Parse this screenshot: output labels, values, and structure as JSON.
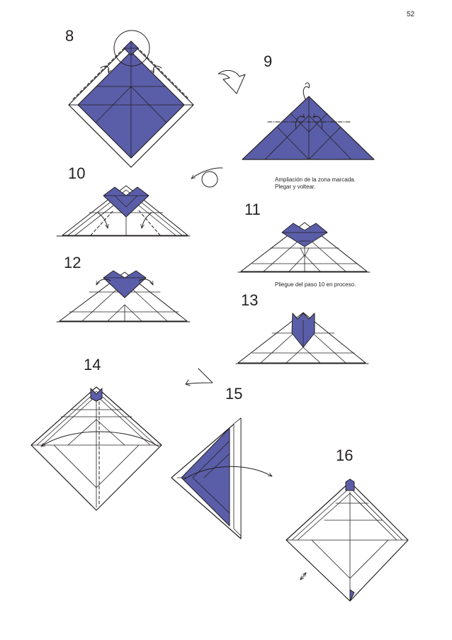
{
  "page_number": "52",
  "steps": [
    {
      "number": "8"
    },
    {
      "number": "9"
    },
    {
      "number": "10"
    },
    {
      "number": "11"
    },
    {
      "number": "12"
    },
    {
      "number": "13"
    },
    {
      "number": "14"
    },
    {
      "number": "15"
    },
    {
      "number": "16"
    }
  ],
  "notes": {
    "zoom_line1": "Ampliación de la zona marcada.",
    "zoom_line2": "Plegar y voltear.",
    "fold_in_progress": "Pliegue del paso 10 en proceso."
  },
  "colors": {
    "paper_colored": "#5a5ea8",
    "paper_white": "#ffffff",
    "line": "#231f20"
  }
}
